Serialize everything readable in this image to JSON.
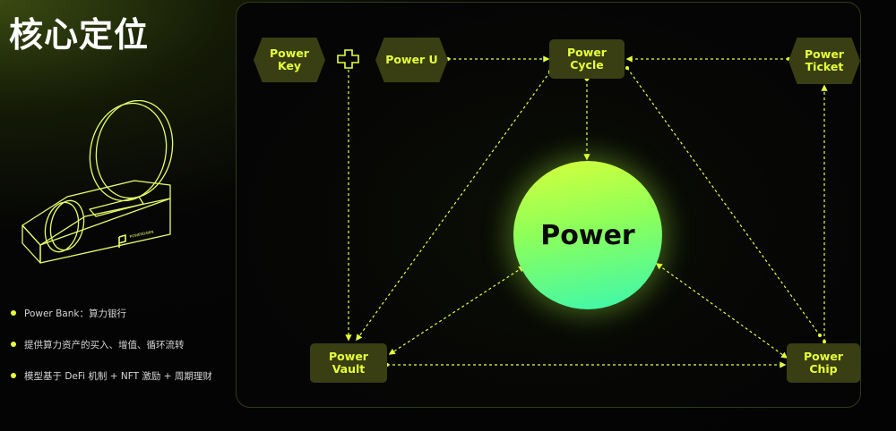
{
  "title": "核心定位",
  "device": {
    "brand_text": "POWERDAWN"
  },
  "bullets": [
    "Power Bank：算力银行",
    "提供算力资产的买入、增值、循环流转",
    "模型基于 DeFi 机制 + NFT 激励 + 周期理财"
  ],
  "diagram": {
    "center": "Power",
    "nodes": {
      "power_key": "Power\nKey",
      "power_u": "Power U",
      "power_cycle": "Power\nCycle",
      "power_ticket": "Power\nTicket",
      "power_vault": "Power\nVault",
      "power_chip": "Power\nChip"
    }
  },
  "colors": {
    "accent": "#e6ff3c",
    "node_fill": "#393f12",
    "background": "#050505"
  }
}
